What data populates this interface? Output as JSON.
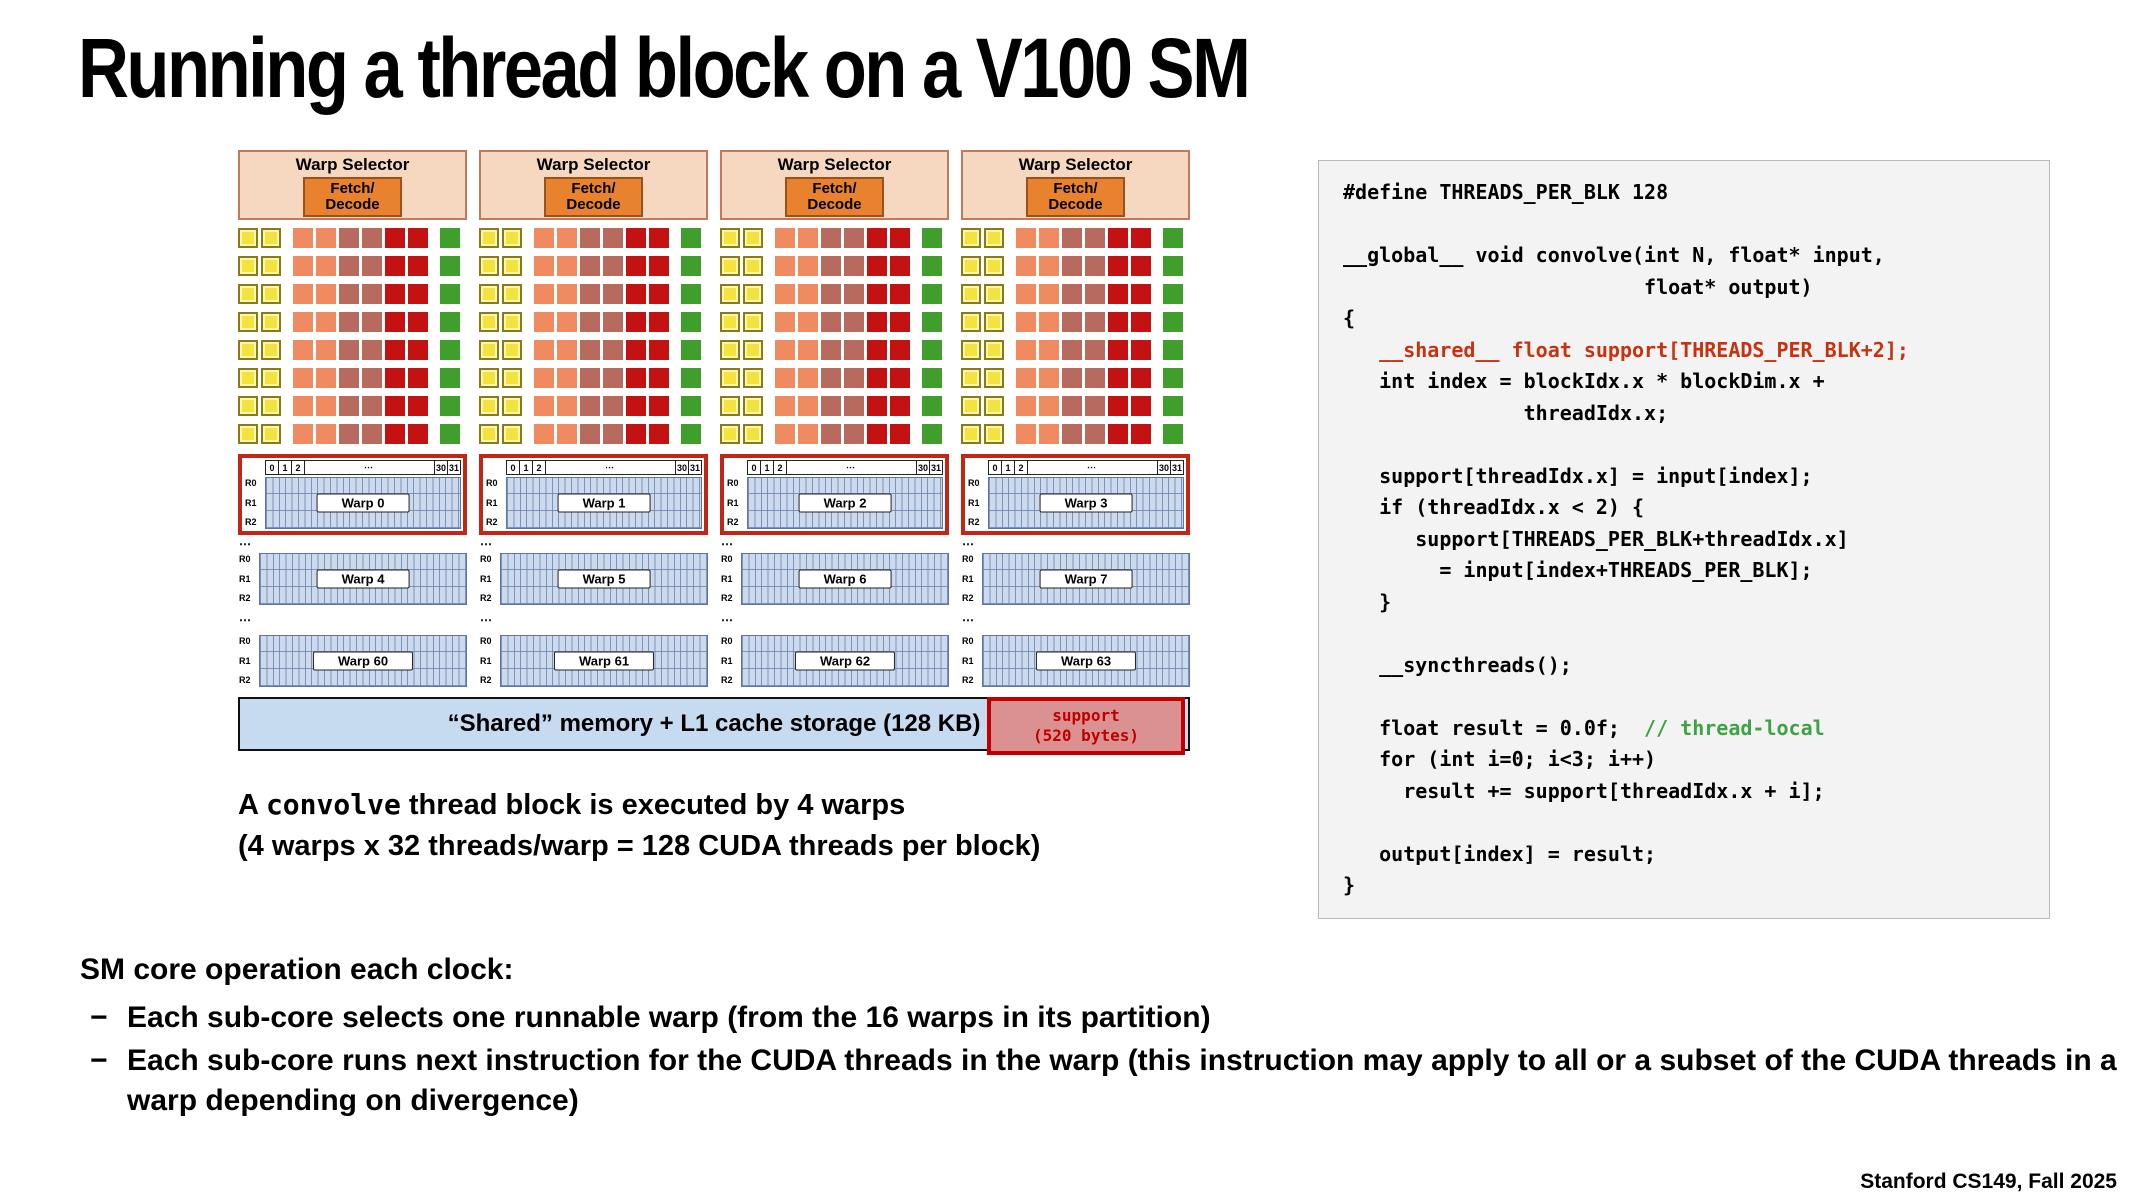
{
  "slide": {
    "title": "Running a thread block on a V100 SM",
    "footer": "Stanford CS149, Fall 2025"
  },
  "diagram": {
    "warp_selector_label": "Warp Selector",
    "fetch_decode_line1": "Fetch/",
    "fetch_decode_line2": "Decode",
    "exec_grid": {
      "rows": 8,
      "pattern": [
        "yellow",
        "yellow",
        "salmon",
        "salmon",
        "rose",
        "rose",
        "red",
        "red",
        "green"
      ],
      "gap_after": [
        1,
        7
      ],
      "colors": {
        "yellow": "#f4e23f",
        "yellow_border": "#8c7a14",
        "yellow_inner": "#fbf6b2",
        "salmon": "#f08a61",
        "rose": "#b96a5e",
        "red": "#c41212",
        "green": "#3f9e2c"
      }
    },
    "lane_header": {
      "left": [
        "0",
        "1",
        "2"
      ],
      "center": "⋯",
      "right": [
        "30",
        "31"
      ]
    },
    "register_labels": [
      "R0",
      "R1",
      "R2"
    ],
    "dots": "⋯",
    "highlight_color": "#c42615",
    "subcores": [
      {
        "warps": [
          "Warp 0",
          "Warp 4",
          "Warp 60"
        ]
      },
      {
        "warps": [
          "Warp 1",
          "Warp 5",
          "Warp 61"
        ]
      },
      {
        "warps": [
          "Warp 2",
          "Warp 6",
          "Warp 62"
        ]
      },
      {
        "warps": [
          "Warp 3",
          "Warp 7",
          "Warp 63"
        ]
      }
    ],
    "shared_memory_label": "“Shared” memory + L1 cache storage (128 KB)",
    "support_box": {
      "line1": "support",
      "line2": "(520 bytes)",
      "color": "#c00000"
    }
  },
  "caption": {
    "line1_pre": "A ",
    "line1_code": "convolve",
    "line1_post": " thread block is executed by 4 warps",
    "line2": "(4 warps x 32 threads/warp = 128 CUDA threads per block)"
  },
  "code": {
    "colors": {
      "default": "#000000",
      "red": "#c63310",
      "comment": "#3fa243"
    },
    "lines": [
      [
        [
          "#define THREADS_PER_BLK 128",
          "default"
        ]
      ],
      [
        [
          " ",
          "default"
        ]
      ],
      [
        [
          "__global__ void convolve(int N, float* input,",
          "default"
        ]
      ],
      [
        [
          "                         float* output)",
          "default"
        ]
      ],
      [
        [
          "{",
          "default"
        ]
      ],
      [
        [
          "   __shared__ float support[THREADS_PER_BLK+2];",
          "red"
        ]
      ],
      [
        [
          "   int index = blockIdx.x * blockDim.x +",
          "default"
        ]
      ],
      [
        [
          "               threadIdx.x;",
          "default"
        ]
      ],
      [
        [
          " ",
          "default"
        ]
      ],
      [
        [
          "   support[threadIdx.x] = input[index];",
          "default"
        ]
      ],
      [
        [
          "   if (threadIdx.x < 2) {",
          "default"
        ]
      ],
      [
        [
          "      support[THREADS_PER_BLK+threadIdx.x]",
          "default"
        ]
      ],
      [
        [
          "        = input[index+THREADS_PER_BLK];",
          "default"
        ]
      ],
      [
        [
          "   }",
          "default"
        ]
      ],
      [
        [
          " ",
          "default"
        ]
      ],
      [
        [
          "   __syncthreads();",
          "default"
        ]
      ],
      [
        [
          " ",
          "default"
        ]
      ],
      [
        [
          "   float result = 0.0f;  ",
          "default"
        ],
        [
          "// thread-local",
          "comment"
        ]
      ],
      [
        [
          "   for (int i=0; i<3; i++)",
          "default"
        ]
      ],
      [
        [
          "     result += support[threadIdx.x + i];",
          "default"
        ]
      ],
      [
        [
          " ",
          "default"
        ]
      ],
      [
        [
          "   output[index] = result;",
          "default"
        ]
      ],
      [
        [
          "}",
          "default"
        ]
      ]
    ]
  },
  "bullets": {
    "heading": "SM core operation each clock:",
    "marker": "−",
    "items": [
      "Each sub-core selects one runnable warp (from the 16 warps in its partition)",
      "Each sub-core runs next instruction for the CUDA threads in the warp (this instruction may apply to all or a subset of the CUDA threads in a warp depending on divergence)"
    ]
  }
}
